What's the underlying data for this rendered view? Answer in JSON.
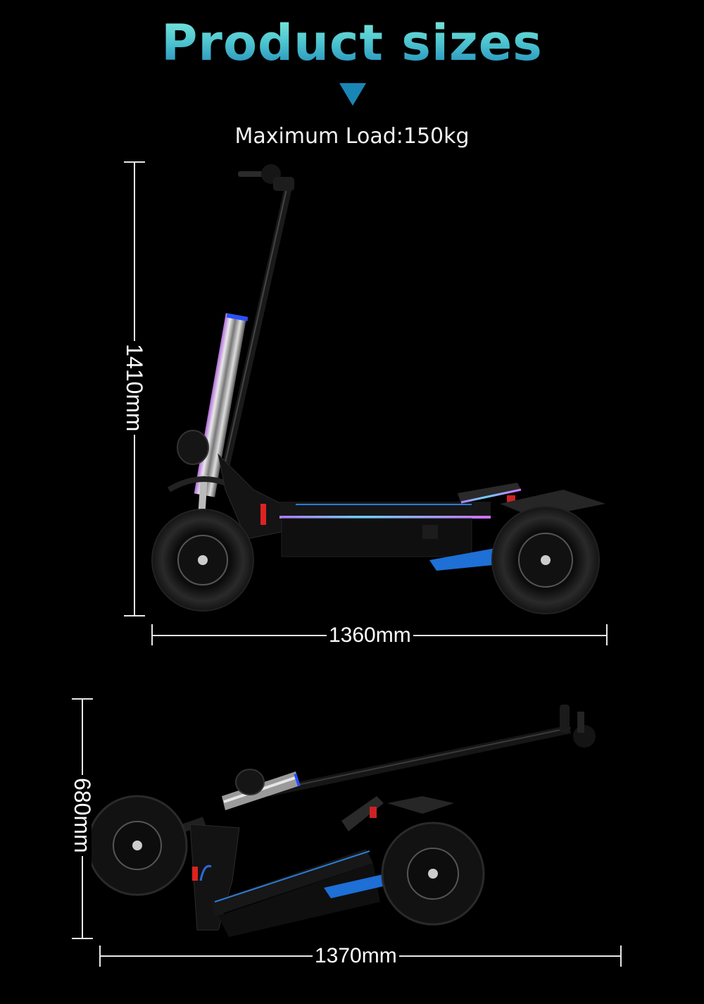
{
  "header": {
    "title": "Product sizes",
    "indicator_icon": "triangle-down-icon",
    "subtitle": "Maximum Load:150kg"
  },
  "colors": {
    "background": "#000000",
    "title_gradient_top": "#86f0dc",
    "title_gradient_bottom": "#1c82b6",
    "triangle": "#1a86b5",
    "dimension_lines": "#e8e8e8",
    "accent_blue": "#1e6fd6"
  },
  "unfolded_view": {
    "height_label": "1410mm",
    "length_label": "1360mm"
  },
  "folded_view": {
    "height_label": "680mm",
    "length_label": "1370mm"
  }
}
